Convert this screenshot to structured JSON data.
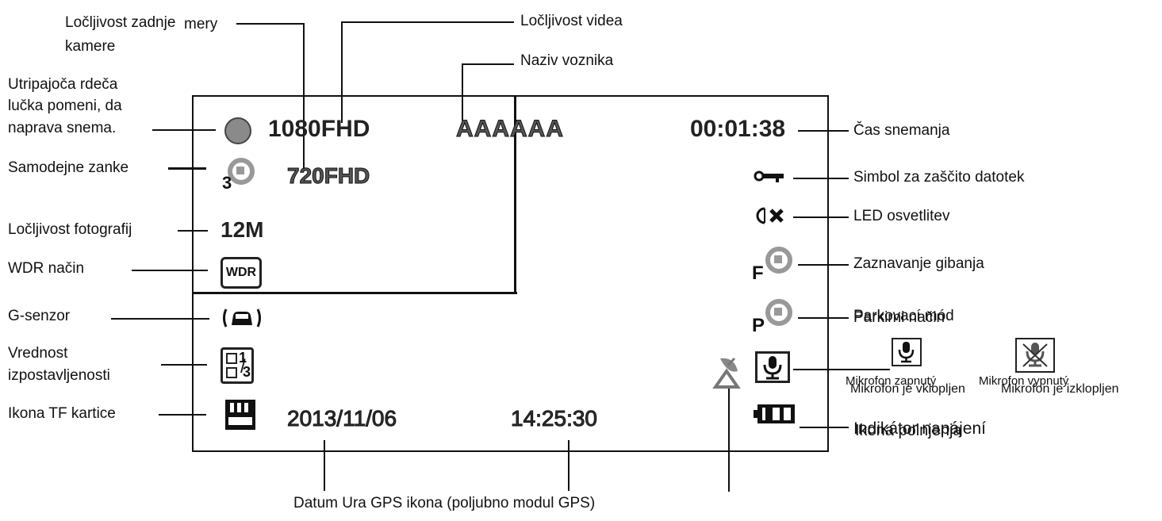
{
  "labels": {
    "rear_cam_line1": "Ločljivost zadnje",
    "rear_cam_overlap": "mery",
    "rear_cam_line2": "kamere",
    "video_res": "Ločljivost videa",
    "driver_name": "Naziv voznika",
    "rec_line1": "Utripajoča rdeča",
    "rec_line2": "lučka pomeni, da",
    "rec_line3": "naprava snema.",
    "loop": "Samodejne zanke",
    "photo_res": "Ločljivost fotografij",
    "wdr": "WDR način",
    "gsensor": "G-senzor",
    "exposure_line1": "Vrednost",
    "exposure_line2": "izpostavljenosti",
    "tf_card": "Ikona TF kartice",
    "rec_time": "Čas snemanja",
    "file_protect": "Simbol za zaščito datotek",
    "led": "LED osvetlitev",
    "motion": "Zaznavanje gibanja",
    "parking_a": "Parkovací mód",
    "parking_b": "Parkirni način",
    "mic_on_a": "Mikrofon zapnutý",
    "mic_on_b": "Mikrofon je vklopljen",
    "mic_off_a": "Mikrofon vypnutý",
    "mic_off_b": "Mikrofon je izklopljen",
    "power_a": "Indikátor napájení",
    "power_b": "Ikona polnjenja",
    "bottom": "Datum Ura GPS ikona (poljubno modul GPS)"
  },
  "screen": {
    "video_res": "1080FHD",
    "rear_res": "720FHD",
    "driver": "AAAAAA",
    "time": "00:01:38",
    "photo_res": "12M",
    "wdr_icon": "WDR",
    "loop_num": "3",
    "motion_letter": "F",
    "parking_letter": "P",
    "date": "2013/11/06",
    "clock": "14:25:30",
    "exposure_num": "1",
    "exposure_den": "3"
  },
  "icons": [
    "record-dot-icon",
    "loop-icon",
    "wdr-icon",
    "car-gsensor-icon",
    "exposure-icon",
    "sd-card-icon",
    "key-icon",
    "led-off-icon",
    "motion-icon",
    "parking-icon",
    "gps-icon",
    "mic-on-icon",
    "mic-off-icon",
    "battery-icon"
  ],
  "colors": {
    "record_dot": "#8a8a8a",
    "ink": "#111111"
  }
}
